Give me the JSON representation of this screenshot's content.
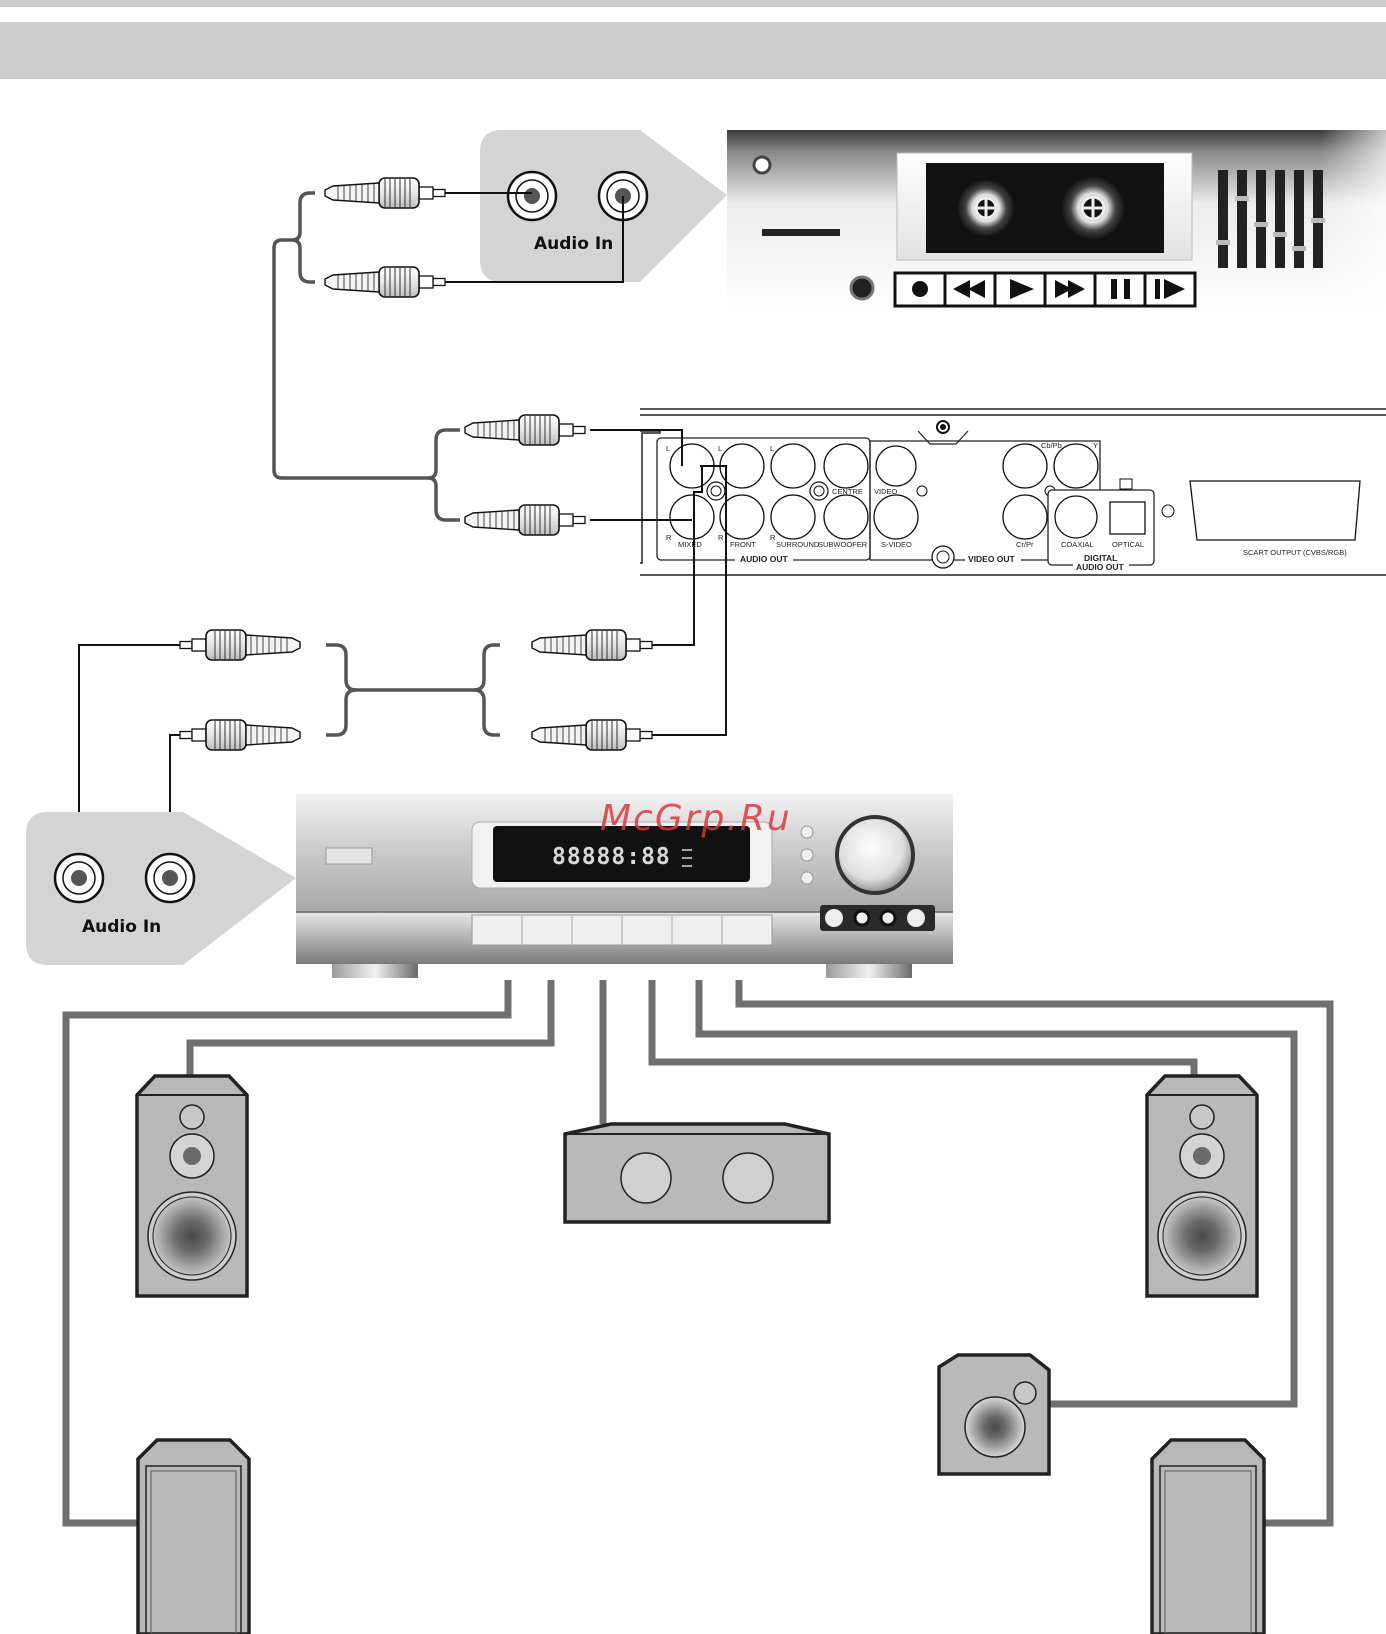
{
  "labels": {
    "tape_audio_in": "Audio In",
    "receiver_audio_in": "Audio In",
    "watermark": "McGrp.Ru",
    "receiver_display": "88888:88"
  },
  "dvd_panel": {
    "audio_out": {
      "title": "AUDIO OUT",
      "mixed": "MIXED",
      "front": "FRONT",
      "surround": "SURROUND",
      "subwoofer": "SUBWOOFER",
      "centre": "CENTRE",
      "left_marks": [
        "L",
        "L",
        "L"
      ],
      "right_marks": [
        "R",
        "R",
        "R"
      ]
    },
    "video_out": {
      "title": "VIDEO OUT",
      "video": "VIDEO",
      "svideo": "S-VIDEO",
      "cbpb": "Cb/Pb",
      "y": "Y",
      "crpr": "Cr/Pr"
    },
    "digital_audio_out": {
      "title_line1": "DIGITAL",
      "title_line2": "AUDIO OUT",
      "coaxial": "COAXIAL",
      "optical": "OPTICAL"
    },
    "scart": "SCART OUTPUT (CVBS/RGB)"
  },
  "tape_controls": [
    "record-icon",
    "rewind-icon",
    "play-icon",
    "fast-forward-icon",
    "pause-icon",
    "step-icon"
  ],
  "speakers": [
    "front-left-speaker",
    "center-speaker",
    "front-right-speaker",
    "subwoofer",
    "surround-left-speaker",
    "surround-right-speaker"
  ],
  "colors": {
    "banner": "#cdcdcd",
    "callout": "#d4d4d4",
    "speaker_body": "#b9b9b9",
    "speaker_wire": "#6f6f6f",
    "lcd": "#111111",
    "watermark": "#d8383f"
  }
}
